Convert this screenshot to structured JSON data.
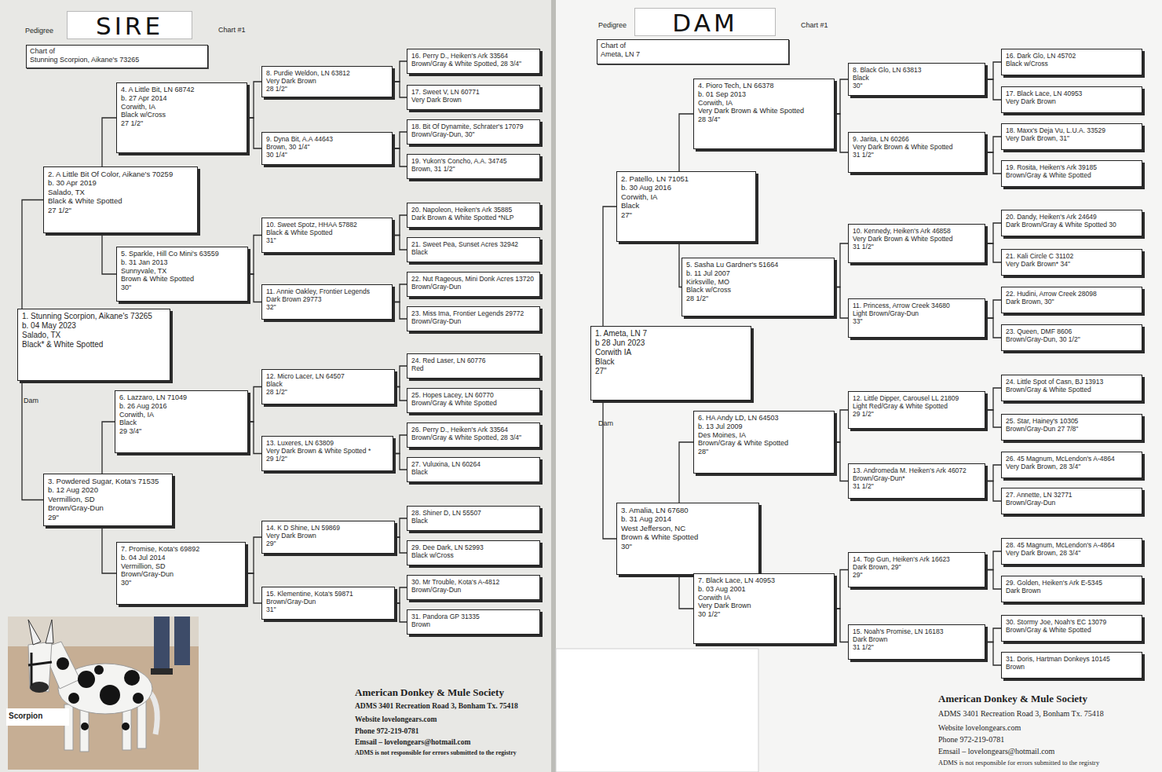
{
  "diagram": {
    "nodes": [
      {
        "text": [
          "SIRE"
        ]
      },
      {
        "text": [
          "Chart of",
          "Stunning Scorpion, Aikane's 73265"
        ]
      },
      {
        "text": [
          "1. Stunning Scorpion, Aikane's 73265",
          "b. 04 May 2023",
          "Salado, TX",
          "Black* & White Spotted"
        ]
      },
      {
        "text": [
          "2. A Little Bit Of Color, Aikane's 70259",
          "b. 30 Apr 2019",
          "Salado, TX",
          "Black & White Spotted",
          "27 1/2\""
        ]
      },
      {
        "text": [
          "3. Powdered Sugar, Kota's 71535",
          "b. 12 Aug 2020",
          "Vermillion, SD",
          "Brown/Gray-Dun",
          "29\""
        ]
      },
      {
        "text": [
          "4. A Little Bit, LN 68742",
          "b. 27 Apr 2014",
          "Corwith, IA",
          "Black w/Cross",
          "27 1/2\""
        ]
      },
      {
        "text": [
          "5. Sparkle, Hill Co Mini's 63559",
          "b. 31 Jan 2013",
          "Sunnyvale, TX",
          "Brown & White Spotted",
          "30\""
        ]
      },
      {
        "text": [
          "6. Lazzaro, LN 71049",
          "b. 26 Aug 2016",
          "Corwith, IA",
          "Black",
          "29 3/4\""
        ]
      },
      {
        "text": [
          "7. Promise, Kota's 69892",
          "b. 04 Jul 2014",
          "Vermillion, SD",
          "Brown/Gray-Dun",
          "30\""
        ]
      },
      {
        "text": [
          "8. Purdie Weldon, LN 63812",
          "Very Dark Brown",
          "28 1/2\""
        ]
      },
      {
        "text": [
          "9. Dyna Bit, A.A 44643",
          "Brown, 30 1/4\"",
          "30 1/4\""
        ]
      },
      {
        "text": [
          "10. Sweet Spotz, HHAA 57882",
          "Black & White Spotted",
          "31\""
        ]
      },
      {
        "text": [
          "11. Annie Oakley, Frontier Legends",
          "Dark Brown 29773",
          "32\""
        ]
      },
      {
        "text": [
          "12. Micro Lacer, LN 64507",
          "Black",
          "28 1/2\""
        ]
      },
      {
        "text": [
          "13. Luxeres, LN 63809",
          "Very Dark Brown & White Spotted *",
          "29 1/2\""
        ]
      },
      {
        "text": [
          "14. K D Shine, LN 59869",
          "Very Dark Brown",
          "29\""
        ]
      },
      {
        "text": [
          "15. Klementine, Kota's 59871",
          "Brown/Gray-Dun",
          "31\""
        ]
      },
      {
        "text": [
          "16. Perry D., Heiken's Ark 33564",
          "Brown/Gray & White Spotted, 28 3/4\""
        ]
      },
      {
        "text": [
          "17. Sweet V, LN 60771",
          "Very Dark Brown"
        ]
      },
      {
        "text": [
          "18. Bit Of Dynamite, Schrater's 17079",
          "Brown/Gray-Dun, 30\""
        ]
      },
      {
        "text": [
          "19. Yukon's Concho, A.A. 34745",
          "Brown, 31 1/2\""
        ]
      },
      {
        "text": [
          "20. Napoleon, Heiken's Ark 35885",
          "Dark Brown & White Spotted *NLP"
        ]
      },
      {
        "text": [
          "21. Sweet Pea, Sunset Acres 32942",
          "Black"
        ]
      },
      {
        "text": [
          "22. Nut Rageous, Mini Donk Acres 13720",
          "Brown/Gray-Dun"
        ]
      },
      {
        "text": [
          "23. Miss Ima, Frontier Legends 29772",
          "Brown/Gray-Dun"
        ]
      },
      {
        "text": [
          "24. Red Laser, LN 60776",
          "Red"
        ]
      },
      {
        "text": [
          "25. Hopes Lacey, LN 60770",
          "Brown/Gray & White Spotted"
        ]
      },
      {
        "text": [
          "26. Perry D., Heiken's Ark 33564",
          "Brown/Gray & White Spotted, 28 3/4\""
        ]
      },
      {
        "text": [
          "27. Vuluxina, LN 60264",
          "Black"
        ]
      },
      {
        "text": [
          "28. Shiner D, LN 55507",
          "Black"
        ]
      },
      {
        "text": [
          "29. Dee Dark, LN 52993",
          "Black w/Cross"
        ]
      },
      {
        "text": [
          "30. Mr Trouble, Kota's A-4812",
          "Brown/Gray-Dun"
        ]
      },
      {
        "text": [
          "31. Pandora GP 31335",
          "Brown"
        ]
      },
      {
        "text": [
          "DAM"
        ]
      },
      {
        "text": [
          "Chart of",
          "Ameta, LN 7"
        ]
      },
      {
        "text": [
          "1. Ameta, LN 7",
          "b 28 Jun 2023",
          "Corwith IA",
          "Black",
          "27\""
        ]
      },
      {
        "text": [
          "2. Patello, LN 71051",
          "b. 30 Aug 2016",
          "Corwith, IA",
          "Black",
          "27\""
        ]
      },
      {
        "text": [
          "3. Amalia, LN 67680",
          "b. 31 Aug 2014",
          "West Jefferson, NC",
          "Brown & White Spotted",
          "30\""
        ]
      },
      {
        "text": [
          "4. Pioro Tech, LN 66378",
          "b. 01 Sep 2013",
          "Corwith, IA",
          "Very Dark Brown & White Spotted",
          "28 3/4\""
        ]
      },
      {
        "text": [
          "5. Sasha Lu Gardner's 51664",
          "b. 11 Jul 2007",
          "Kirksville, MO",
          "Black w/Cross",
          "28 1/2\""
        ]
      },
      {
        "text": [
          "6. HA Andy LD, LN 64503",
          "b. 13 Jul 2009",
          "Des Moines, IA",
          "Brown/Gray & White Spotted",
          "28\""
        ]
      },
      {
        "text": [
          "7. Black Lace, LN 40953",
          "b. 03 Aug 2001",
          "Corwith IA",
          "Very Dark Brown",
          "30 1/2\""
        ]
      },
      {
        "text": [
          "8. Black Glo, LN 63813",
          "Black",
          "30\""
        ]
      },
      {
        "text": [
          "9. Jarita, LN 60266",
          "Very Dark Brown & White Spotted",
          "31 1/2\""
        ]
      },
      {
        "text": [
          "10. Kennedy, Heiken's Ark 46858",
          "Very Dark Brown & White Spotted",
          "31 1/2\""
        ]
      },
      {
        "text": [
          "11. Princess, Arrow Creek 34680",
          "Light Brown/Gray-Dun",
          "33\""
        ]
      },
      {
        "text": [
          "12. Little Dipper, Carousel LL 21809",
          "Light Red/Gray & White Spotted",
          "29 1/2\""
        ]
      },
      {
        "text": [
          "13. Andromeda M. Heiken's Ark 46072",
          "Brown/Gray-Dun*",
          "31 1/2\""
        ]
      },
      {
        "text": [
          "14. Top Gun, Heiken's Ark 16623",
          "Dark Brown, 29\"",
          "29\""
        ]
      },
      {
        "text": [
          "15. Noah's Promise, LN 16183",
          "Dark Brown",
          "31 1/2\""
        ]
      },
      {
        "text": [
          "16. Dark Glo, LN 45702",
          "Black w/Cross"
        ]
      },
      {
        "text": [
          "17. Black Lace, LN 40953",
          "Very Dark Brown"
        ]
      },
      {
        "text": [
          "18. Maxx's Deja Vu, L.U.A. 33529",
          "Very Dark Brown, 31\""
        ]
      },
      {
        "text": [
          "19. Rosita, Heiken's Ark 39185",
          "Brown/Gray & White Spotted"
        ]
      },
      {
        "text": [
          "20. Dandy, Heiken's Ark 24649",
          "Dark Brown/Gray & White Spotted 30"
        ]
      },
      {
        "text": [
          "21. Kali Circle C 31102",
          "Very Dark Brown* 34\""
        ]
      },
      {
        "text": [
          "22. Hudini, Arrow Creek 28098",
          "Dark Brown, 30\""
        ]
      },
      {
        "text": [
          "23. Queen, DMF 8606",
          "Brown/Gray-Dun, 30 1/2\""
        ]
      },
      {
        "text": [
          "24. Little Spot of Casn, BJ 13913",
          "Brown/Gray & White Spotted"
        ]
      },
      {
        "text": [
          "25. Star, Hainey's 10305",
          "Brown/Gray-Dun 27 7/8\""
        ]
      },
      {
        "text": [
          "26. 45 Magnum, McLendon's A-4864",
          "Very Dark Brown, 28 3/4\""
        ]
      },
      {
        "text": [
          "27. Annette, LN 32771",
          "Brown/Gray-Dun"
        ]
      },
      {
        "text": [
          "28. 45 Magnum, McLendon's A-4864",
          "Very Dark Brown, 28 3/4\""
        ]
      },
      {
        "text": [
          "29. Golden, Heiken's Ark E-5345",
          "Dark Brown"
        ]
      },
      {
        "text": [
          "30. Stormy Joe, Noah's EC 13079",
          "Brown/Gray & White Spotted"
        ]
      },
      {
        "text": [
          "31. Doris, Hartman Donkeys 10145",
          "Brown"
        ]
      }
    ],
    "edges": [
      {
        "from": 2,
        "to": 3,
        "arrow": "none"
      },
      {
        "from": 2,
        "to": 4,
        "arrow": "none"
      },
      {
        "from": 3,
        "to": 5,
        "arrow": "none"
      },
      {
        "from": 3,
        "to": 6,
        "arrow": "none"
      },
      {
        "from": 4,
        "to": 7,
        "arrow": "none"
      },
      {
        "from": 4,
        "to": 8,
        "arrow": "none"
      },
      {
        "from": 5,
        "to": 9,
        "arrow": "none"
      },
      {
        "from": 5,
        "to": 10,
        "arrow": "none"
      },
      {
        "from": 6,
        "to": 11,
        "arrow": "none"
      },
      {
        "from": 6,
        "to": 12,
        "arrow": "none"
      },
      {
        "from": 7,
        "to": 13,
        "arrow": "none"
      },
      {
        "from": 7,
        "to": 14,
        "arrow": "none"
      },
      {
        "from": 8,
        "to": 15,
        "arrow": "none"
      },
      {
        "from": 8,
        "to": 16,
        "arrow": "none"
      },
      {
        "from": 9,
        "to": 17,
        "arrow": "none"
      },
      {
        "from": 9,
        "to": 18,
        "arrow": "none"
      },
      {
        "from": 10,
        "to": 19,
        "arrow": "none"
      },
      {
        "from": 10,
        "to": 20,
        "arrow": "none"
      },
      {
        "from": 11,
        "to": 21,
        "arrow": "none"
      },
      {
        "from": 11,
        "to": 22,
        "arrow": "none"
      },
      {
        "from": 12,
        "to": 23,
        "arrow": "none"
      },
      {
        "from": 12,
        "to": 24,
        "arrow": "none"
      },
      {
        "from": 13,
        "to": 25,
        "arrow": "none"
      },
      {
        "from": 13,
        "to": 26,
        "arrow": "none"
      },
      {
        "from": 14,
        "to": 27,
        "arrow": "none"
      },
      {
        "from": 14,
        "to": 28,
        "arrow": "none"
      },
      {
        "from": 15,
        "to": 29,
        "arrow": "none"
      },
      {
        "from": 15,
        "to": 30,
        "arrow": "none"
      },
      {
        "from": 16,
        "to": 31,
        "arrow": "none"
      },
      {
        "from": 16,
        "to": 32,
        "arrow": "none"
      },
      {
        "from": 35,
        "to": 36,
        "arrow": "none"
      },
      {
        "from": 35,
        "to": 37,
        "arrow": "none"
      },
      {
        "from": 36,
        "to": 38,
        "arrow": "none"
      },
      {
        "from": 36,
        "to": 39,
        "arrow": "none"
      },
      {
        "from": 37,
        "to": 40,
        "arrow": "none"
      },
      {
        "from": 37,
        "to": 41,
        "arrow": "none"
      },
      {
        "from": 38,
        "to": 42,
        "arrow": "none"
      },
      {
        "from": 38,
        "to": 43,
        "arrow": "none"
      },
      {
        "from": 39,
        "to": 44,
        "arrow": "none"
      },
      {
        "from": 39,
        "to": 45,
        "arrow": "none"
      },
      {
        "from": 40,
        "to": 46,
        "arrow": "none"
      },
      {
        "from": 40,
        "to": 47,
        "arrow": "none"
      },
      {
        "from": 41,
        "to": 48,
        "arrow": "none"
      },
      {
        "from": 41,
        "to": 49,
        "arrow": "none"
      },
      {
        "from": 42,
        "to": 50,
        "arrow": "none"
      },
      {
        "from": 42,
        "to": 51,
        "arrow": "none"
      },
      {
        "from": 43,
        "to": 52,
        "arrow": "none"
      },
      {
        "from": 43,
        "to": 53,
        "arrow": "none"
      },
      {
        "from": 44,
        "to": 54,
        "arrow": "none"
      },
      {
        "from": 44,
        "to": 55,
        "arrow": "none"
      },
      {
        "from": 45,
        "to": 56,
        "arrow": "none"
      },
      {
        "from": 45,
        "to": 57,
        "arrow": "none"
      },
      {
        "from": 46,
        "to": 58,
        "arrow": "none"
      },
      {
        "from": 46,
        "to": 59,
        "arrow": "none"
      },
      {
        "from": 47,
        "to": 60,
        "arrow": "none"
      },
      {
        "from": 47,
        "to": 61,
        "arrow": "none"
      },
      {
        "from": 48,
        "to": 62,
        "arrow": "none"
      },
      {
        "from": 48,
        "to": 63,
        "arrow": "none"
      },
      {
        "from": 49,
        "to": 64,
        "arrow": "none"
      },
      {
        "from": 49,
        "to": 65,
        "arrow": "none"
      }
    ],
    "labels": [
      "Pedigree",
      "Chart #1",
      "Dam",
      "Scorpion",
      "American Donkey & Mule Society",
      "ADMS 3401 Recreation Road 3, Bonham Tx. 75418",
      "Website lovelongears.com",
      "Phone 972-219-0781",
      "Emsail – lovelongears@hotmail.com",
      "ADMS is not responsible for errors submitted to the registry",
      "Pedigree",
      "Chart #1",
      "Dam",
      "American Donkey & Mule Society",
      "ADMS 3401 Recreation Road 3, Bonham Tx. 75418",
      "Website lovelongears.com",
      "Phone 972-219-0781",
      "Emsail – lovelongears@hotmail.com",
      "ADMS is not responsible for errors submitted to the registry"
    ]
  }
}
